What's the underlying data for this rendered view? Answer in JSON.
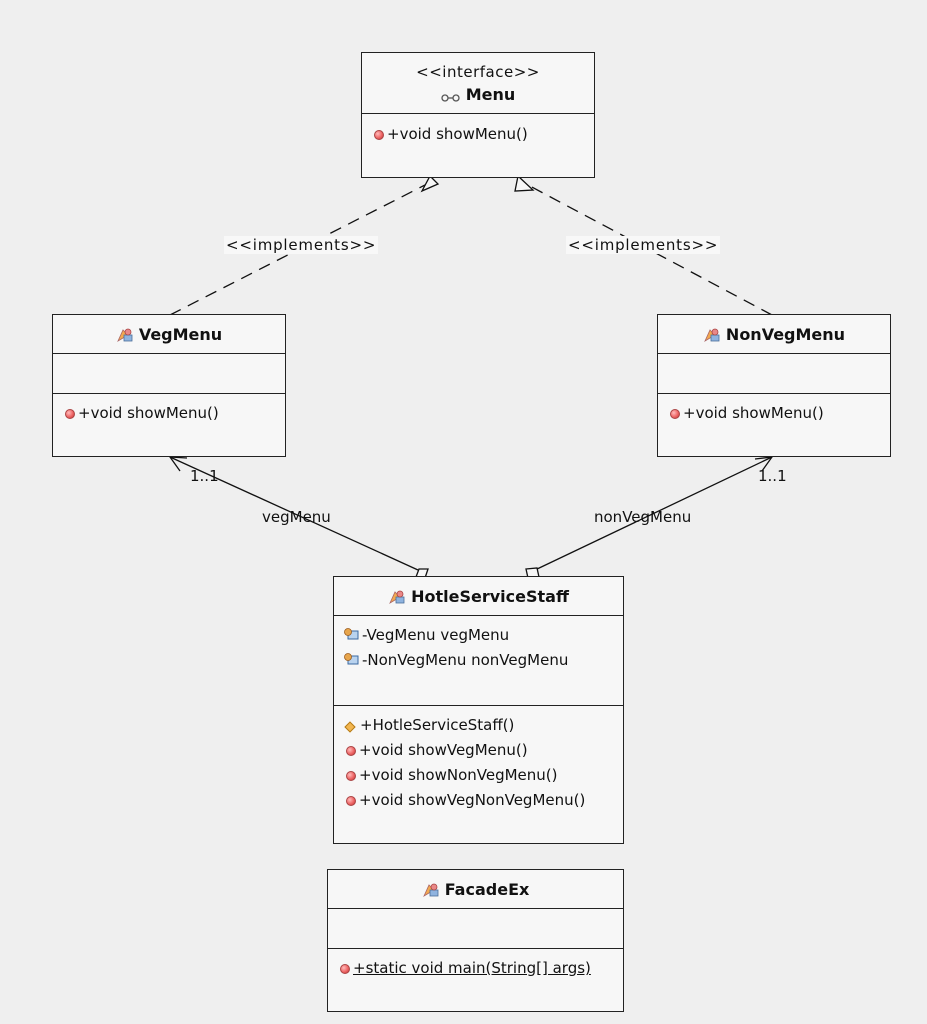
{
  "interface": {
    "stereotype": "<<interface>>",
    "name": "Menu",
    "icon": "interface-icon",
    "methods": [
      "+void showMenu()"
    ]
  },
  "classes": {
    "veg": {
      "name": "VegMenu",
      "icon": "class-icon",
      "methods": [
        "+void showMenu()"
      ]
    },
    "nonveg": {
      "name": "NonVegMenu",
      "icon": "class-icon",
      "methods": [
        "+void showMenu()"
      ]
    },
    "staff": {
      "name": "HotleServiceStaff",
      "icon": "class-icon",
      "fields": [
        "-VegMenu vegMenu",
        "-NonVegMenu nonVegMenu"
      ],
      "constructor": "+HotleServiceStaff()",
      "methods": [
        "+void showVegMenu()",
        "+void showNonVegMenu()",
        "+void showVegNonVegMenu()"
      ]
    },
    "facade": {
      "name": "FacadeEx",
      "icon": "class-icon",
      "methods": [
        "+static void main(String[] args)"
      ]
    }
  },
  "relations": {
    "implements_label": "<<implements>>",
    "veg_role": "vegMenu",
    "veg_mult": "1..1",
    "nonveg_role": "nonVegMenu",
    "nonveg_mult": "1..1"
  },
  "colors": {
    "background": "#efefef",
    "box_fill": "#f7f7f7",
    "border": "#222222",
    "method_dot": "#e06060",
    "constructor_diamond": "#f2b650"
  }
}
